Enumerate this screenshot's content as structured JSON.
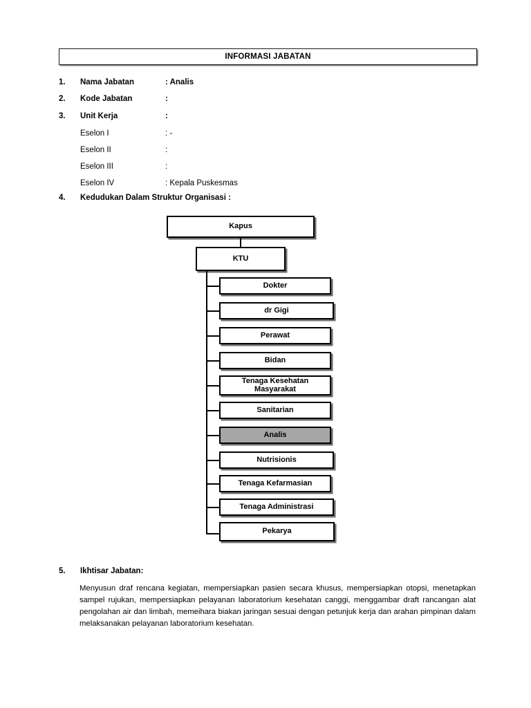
{
  "document": {
    "title": "INFORMASI JABATAN"
  },
  "fields": [
    {
      "num": "1.",
      "label": "Nama Jabatan",
      "value": ": Analis",
      "bold": true
    },
    {
      "num": "2.",
      "label": "Kode Jabatan",
      "value": ":",
      "bold": true
    },
    {
      "num": "3.",
      "label": "Unit Kerja",
      "value": ":",
      "bold": true
    }
  ],
  "eselon": [
    {
      "num": "",
      "label": "Eselon I",
      "value": ": -"
    },
    {
      "num": "",
      "label": "Eselon II",
      "value": ":"
    },
    {
      "num": "",
      "label": "Eselon III",
      "value": ":"
    },
    {
      "num": "",
      "label": "Eselon IV",
      "value": ": Kepala Puskesmas"
    }
  ],
  "section4": {
    "num": "4.",
    "heading": "Kedudukan Dalam Struktur Organisasi :"
  },
  "org_chart": {
    "root": "Kapus",
    "second": "KTU",
    "highlight_color": "#a6a6a6",
    "children": [
      "Dokter",
      "dr Gigi",
      "Perawat",
      "Bidan",
      "Tenaga Kesehatan Masyarakat",
      "Sanitarian",
      "Analis",
      "Nutrisionis",
      "Tenaga Kefarmasian",
      "Tenaga Administrasi",
      "Pekarya"
    ],
    "highlighted": "Analis"
  },
  "section5": {
    "num": "5.",
    "heading": "Ikhtisar  Jabatan:",
    "body": "Menyusun draf rencana kegiatan, mempersiapkan pasien secara khusus, mempersiapkan otopsi, menetapkan sampel rujukan, mempersiapkan pelayanan laboratorium kesehatan canggi, menggambar draft rancangan alat pengolahan air dan limbah, memeihara biakan jaringan sesuai dengan petunjuk kerja dan arahan pimpinan dalam melaksanakan pelayanan laboratorium kesehatan."
  }
}
